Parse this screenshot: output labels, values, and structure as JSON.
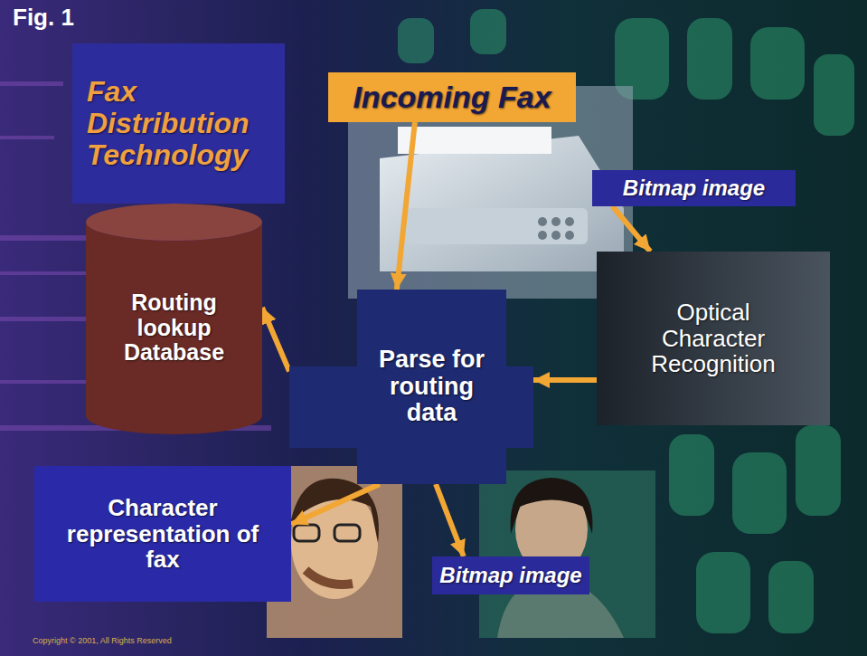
{
  "diagram": {
    "nodes": [
      {
        "text": [
          "Fax Distribution Technology"
        ]
      },
      {
        "text": [
          "Incoming Fax"
        ]
      },
      {
        "text": [
          "Bitmap image"
        ]
      },
      {
        "text": [
          "Routing lookup Database"
        ]
      },
      {
        "text": [
          "Parse for routing data"
        ]
      },
      {
        "text": [
          "Optical Character Recognition"
        ]
      },
      {
        "text": [
          "Character representation of fax"
        ]
      },
      {
        "text": [
          "Bitmap image"
        ]
      }
    ],
    "edges": [
      {
        "from": 2,
        "to": 5,
        "arrow": "to"
      },
      {
        "from": 1,
        "to": 4,
        "arrow": "to"
      },
      {
        "from": 5,
        "to": 4,
        "arrow": "to"
      },
      {
        "from": 4,
        "to": 3,
        "arrow": "to"
      },
      {
        "from": 4,
        "to": 6,
        "arrow": "to"
      },
      {
        "from": 4,
        "to": 7,
        "arrow": "to"
      }
    ],
    "labels": [
      "Fig. 1",
      "Copyright © 2001, All Rights Reserved"
    ]
  }
}
